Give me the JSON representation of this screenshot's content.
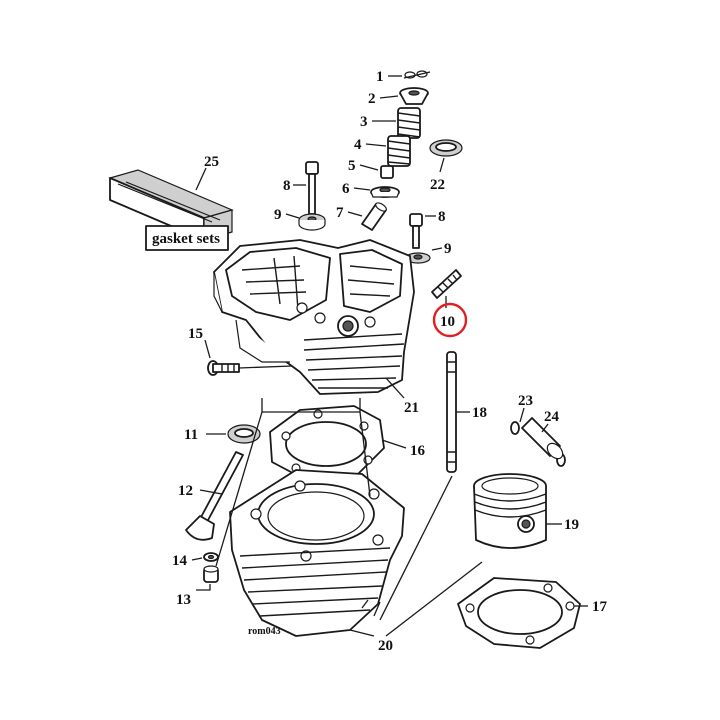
{
  "callouts": {
    "c1": "1",
    "c2": "2",
    "c3": "3",
    "c4": "4",
    "c5": "5",
    "c6": "6",
    "c7": "7",
    "c8a": "8",
    "c8b": "8",
    "c9a": "9",
    "c9b": "9",
    "c10": "10",
    "c11": "11",
    "c12": "12",
    "c13": "13",
    "c14": "14",
    "c15": "15",
    "c16": "16",
    "c17": "17",
    "c18": "18",
    "c19": "19",
    "c20": "20",
    "c21": "21",
    "c22": "22",
    "c23": "23",
    "c24": "24",
    "c25": "25"
  },
  "gasket_box_label": "gasket sets",
  "drawing_code": "rom043",
  "highlighted_callout": "10",
  "colors": {
    "highlight": "#e02020",
    "line": "#1a1a1a",
    "shade": "#cfcfcf"
  }
}
